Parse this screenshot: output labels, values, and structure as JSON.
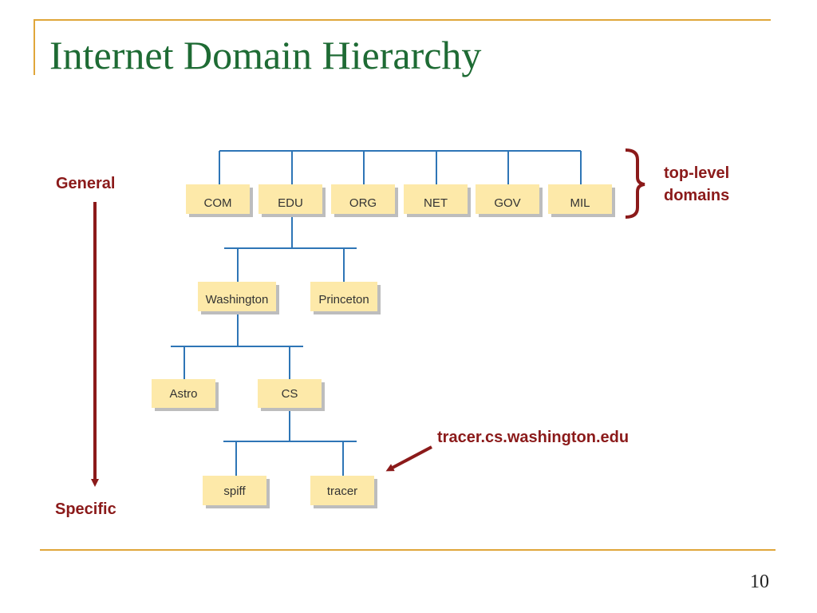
{
  "slide": {
    "title": "Internet Domain Hierarchy",
    "page_number": "10"
  },
  "scale_labels": {
    "general": "General",
    "specific": "Specific"
  },
  "annotations": {
    "top_level_line1": "top-level",
    "top_level_line2": "domains",
    "example_host": "tracer.cs.washington.edu"
  },
  "tree": {
    "top_level": [
      "COM",
      "EDU",
      "ORG",
      "NET",
      "GOV",
      "MIL"
    ],
    "edu_children": [
      "Washington",
      "Princeton"
    ],
    "washington_children": [
      "Astro",
      "CS"
    ],
    "cs_children": [
      "spiff",
      "tracer"
    ]
  },
  "colors": {
    "connector": "#2e75b6",
    "node_fill": "#fde9a9",
    "node_shadow": "#bdbdbd",
    "label_red": "#8b1a1a",
    "title_green": "#1e6b34",
    "frame_gold": "#e0a63a"
  }
}
